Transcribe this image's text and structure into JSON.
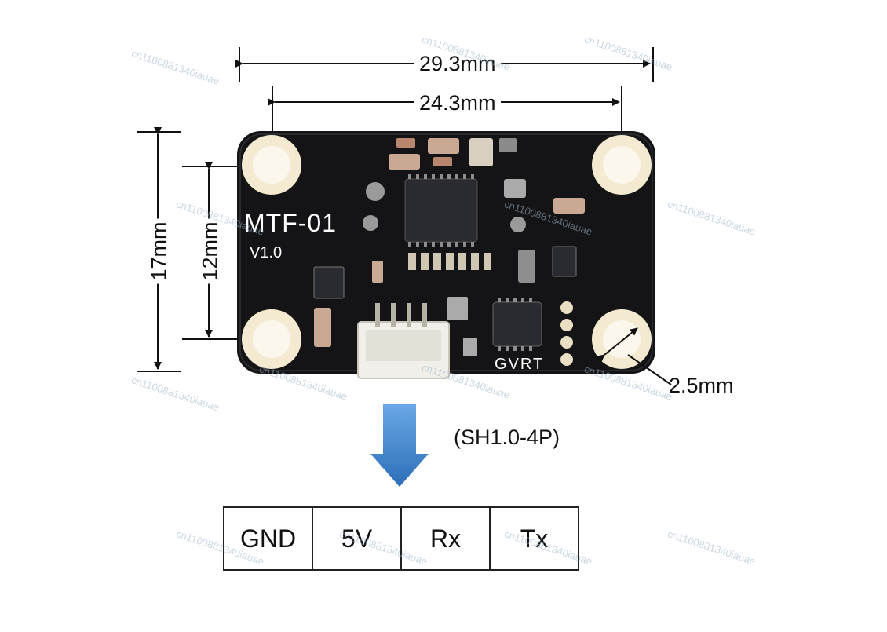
{
  "board": {
    "name": "MTF-01",
    "version": "V1.0",
    "chip_label": "GVRT"
  },
  "dimensions": {
    "outer_width": "29.3mm",
    "hole_width": "24.3mm",
    "outer_height": "17mm",
    "hole_height": "12mm",
    "hole_diameter": "2.5mm"
  },
  "connector": {
    "type": "(SH1.0-4P)",
    "pins": [
      "GND",
      "5V",
      "Rx",
      "Tx"
    ]
  },
  "watermark": "cn1100881340iauae",
  "colors": {
    "pcb": "#141416",
    "pad": "#f4ead2",
    "arrow": "#3d86cf"
  }
}
